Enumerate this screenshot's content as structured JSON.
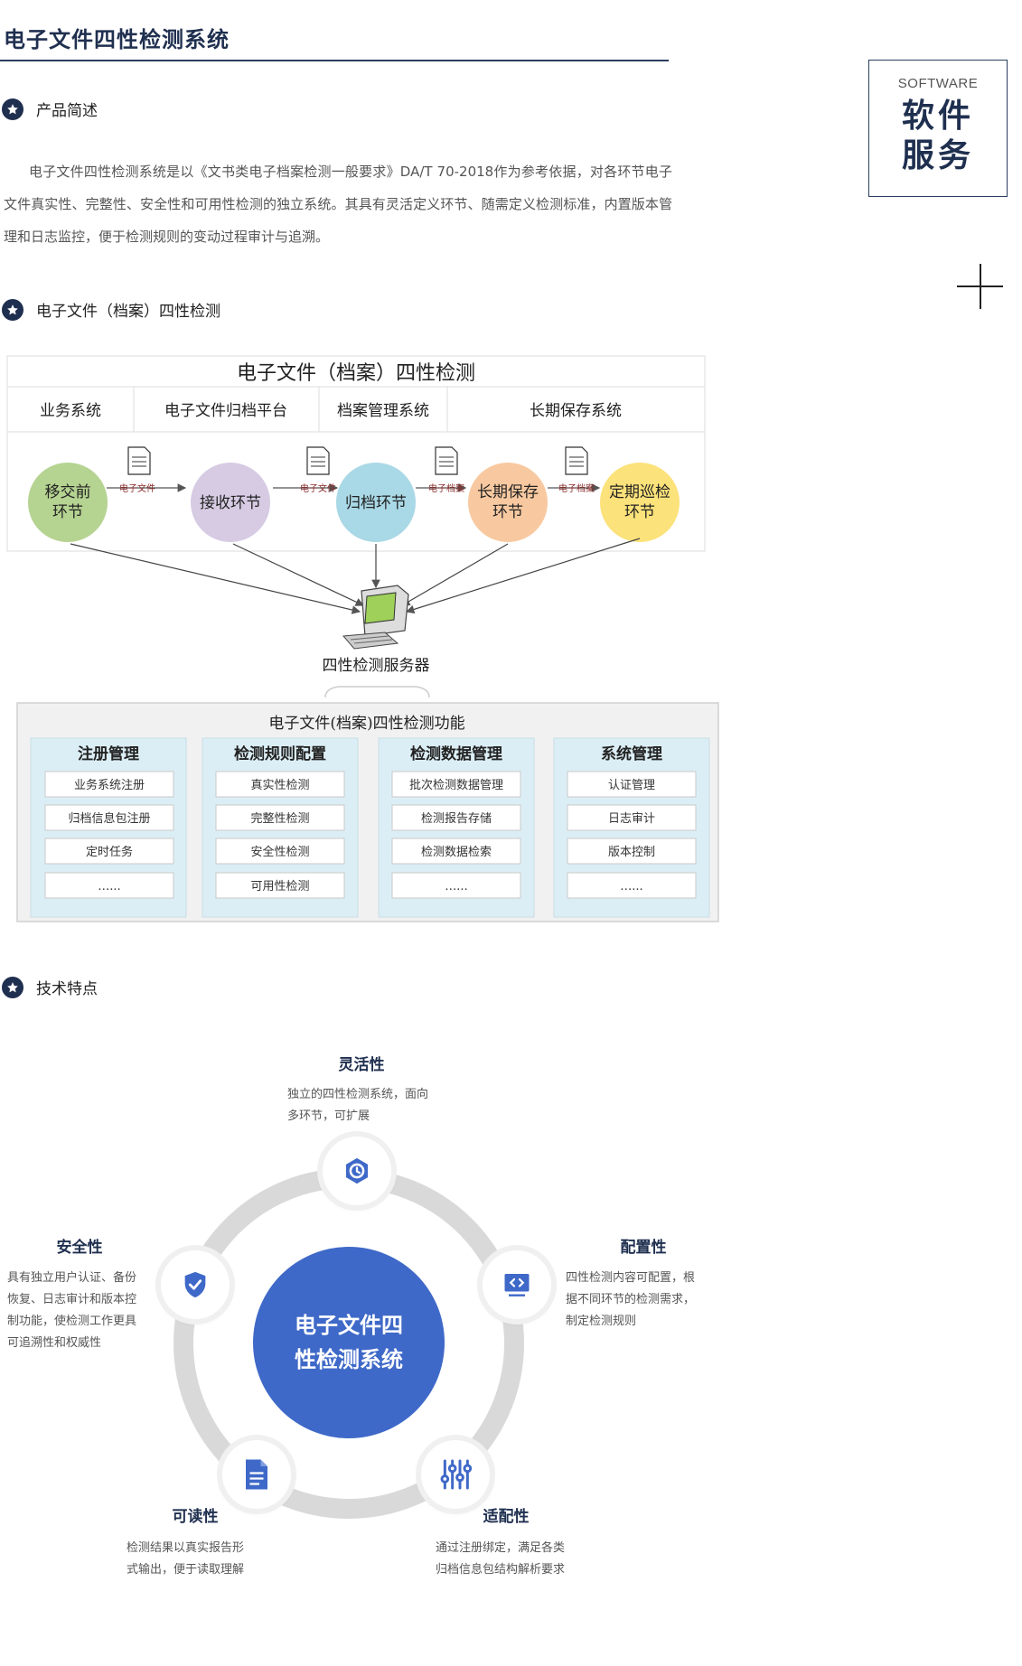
{
  "header": {
    "title": "电子文件四性检测系统"
  },
  "side": {
    "en": "SOFTWARE",
    "cn_line1": "软件",
    "cn_line2": "服务"
  },
  "sections": {
    "intro_title": "产品简述",
    "diagram_title": "电子文件（档案）四性检测",
    "features_title": "技术特点"
  },
  "intro": {
    "text": "电子文件四性检测系统是以《文书类电子档案检测一般要求》DA/T 70-2018作为参考依据，对各环节电子文件真实性、完整性、安全性和可用性检测的独立系统。其具有灵活定义环节、随需定义检测标准，内置版本管理和日志监控，便于检测规则的变动过程审计与追溯。"
  },
  "diagram": {
    "title": "电子文件（档案）四性检测",
    "columns": [
      "业务系统",
      "电子文件归档平台",
      "档案管理系统",
      "长期保存系统"
    ],
    "stages": [
      {
        "line1": "移交前",
        "line2": "环节",
        "color": "#b5d391"
      },
      {
        "line1": "接收环节",
        "line2": "",
        "color": "#d6cbe3"
      },
      {
        "line1": "归档环节",
        "line2": "",
        "color": "#a9d8e6"
      },
      {
        "line1": "长期保存",
        "line2": "环节",
        "color": "#f8c9a0"
      },
      {
        "line1": "定期巡检",
        "line2": "环节",
        "color": "#fce27a"
      }
    ],
    "arrow_labels": [
      "电子文件",
      "电子文件",
      "电子档案",
      "电子档案"
    ],
    "server_label": "四性检测服务器",
    "functions_title": "电子文件(档案)四性检测功能",
    "groups": [
      {
        "title": "注册管理",
        "items": [
          "业务系统注册",
          "归档信息包注册",
          "定时任务",
          "…..."
        ]
      },
      {
        "title": "检测规则配置",
        "items": [
          "真实性检测",
          "完整性检测",
          "安全性检测",
          "可用性检测"
        ]
      },
      {
        "title": "检测数据管理",
        "items": [
          "批次检测数据管理",
          "检测报告存储",
          "检测数据检索",
          "…..."
        ]
      },
      {
        "title": "系统管理",
        "items": [
          "认证管理",
          "日志审计",
          "版本控制",
          "…..."
        ]
      }
    ]
  },
  "features": {
    "center_line1": "电子文件四",
    "center_line2": "性检测系统",
    "flexibility": {
      "title": "灵活性",
      "desc1": "独立的四性检测系统，面向",
      "desc2": "多环节，可扩展",
      "icon": "clock-icon"
    },
    "configurable": {
      "title": "配置性",
      "desc1": "四性检测内容可配置，根",
      "desc2": "据不同环节的检测需求，",
      "desc3": "制定检测规则",
      "icon": "code-monitor-icon"
    },
    "adaptable": {
      "title": "适配性",
      "desc1": "通过注册绑定，满足各类",
      "desc2": "归档信息包结构解析要求",
      "icon": "sliders-icon"
    },
    "readable": {
      "title": "可读性",
      "desc1": "检测结果以真实报告形",
      "desc2": "式输出，便于读取理解",
      "icon": "document-icon"
    },
    "security": {
      "title": "安全性",
      "desc1": "具有独立用户认证、备份",
      "desc2": "恢复、日志审计和版本控",
      "desc3": "制功能，使检测工作更具",
      "desc4": "可追溯性和权威性",
      "icon": "shield-check-icon"
    },
    "colors": {
      "accent": "#3f69c8",
      "ring": "#d9d9d9",
      "navy": "#1f2f4f"
    }
  }
}
